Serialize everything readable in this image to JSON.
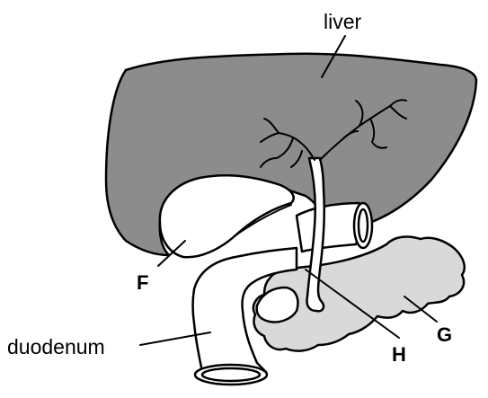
{
  "labels": {
    "liver": "liver",
    "duodenum": "duodenum",
    "F": "F",
    "G": "G",
    "H": "H"
  },
  "colors": {
    "liver_fill": "#8c8c8c",
    "pancreas_fill": "#d9d9d9",
    "organ_fill": "#ffffff",
    "outline": "#000000"
  }
}
